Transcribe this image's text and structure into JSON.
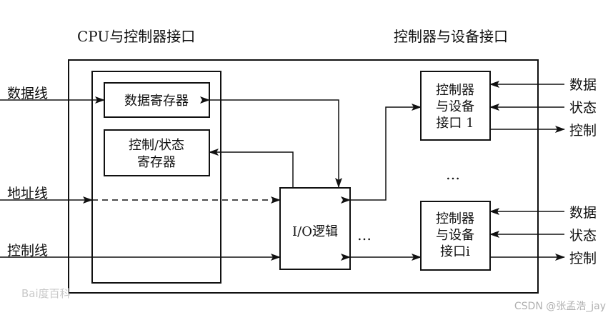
{
  "headers": {
    "left": "CPU与控制器接口",
    "right": "控制器与设备接口"
  },
  "left_lines": {
    "data": "数据线",
    "address": "地址线",
    "control": "控制线"
  },
  "registers": {
    "data_reg": "数据寄存器",
    "ctrl_status_line1": "控制/状态",
    "ctrl_status_line2": "寄存器"
  },
  "io_logic": "I/O逻辑",
  "ellipsis": "…",
  "vertical_ellipsis": "…",
  "device_iface_1": {
    "line1": "控制器",
    "line2": "与设备",
    "line3": "接口 1",
    "sig_data": "数据",
    "sig_status": "状态",
    "sig_control": "控制"
  },
  "device_iface_i": {
    "line1": "控制器",
    "line2": "与设备",
    "line3": "接口i",
    "sig_data": "数据",
    "sig_status": "状态",
    "sig_control": "控制"
  },
  "watermarks": {
    "left": "Bai度百科",
    "right": "CSDN @张孟浩_jay"
  },
  "colors": {
    "line": "#111111",
    "background": "#ffffff",
    "watermark": "#c8c8c8"
  }
}
